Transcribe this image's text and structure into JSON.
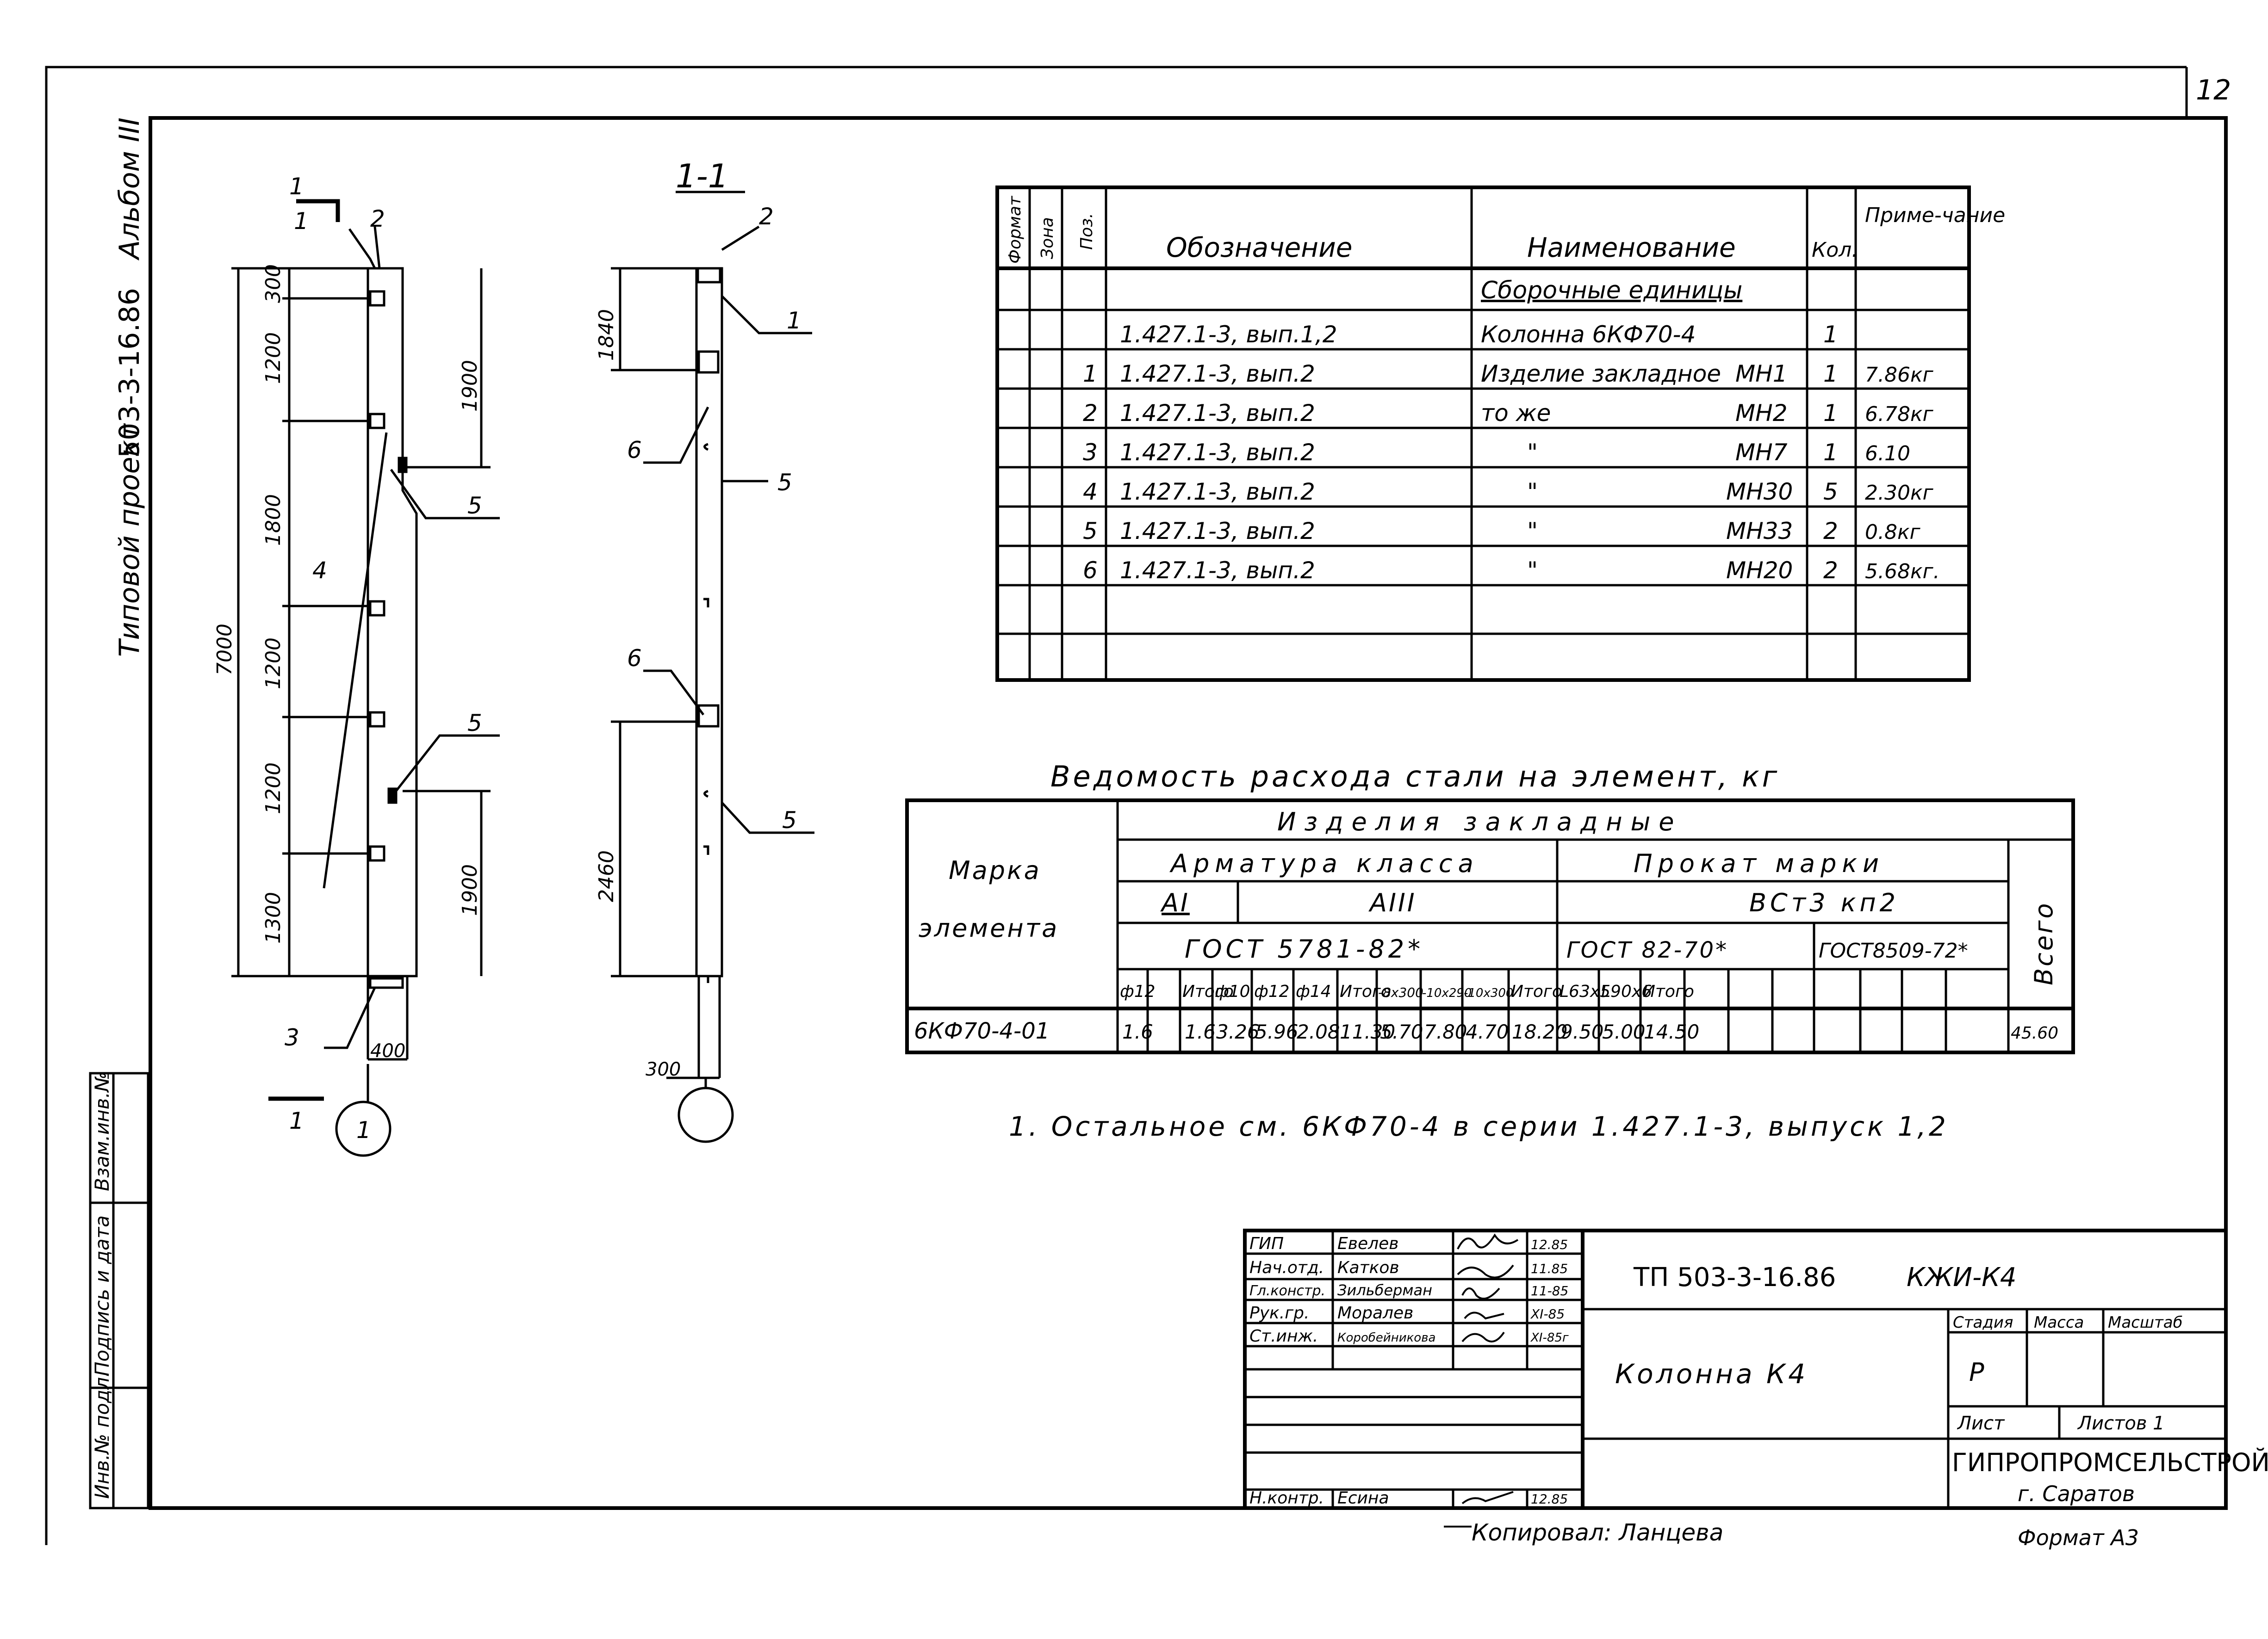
{
  "sheet_number": "12",
  "album_side": {
    "project": "Типовой проект",
    "code": "503-3-16.86",
    "album": "Альбом III"
  },
  "left_strip": {
    "inv_podl": "Инв.№ подл.",
    "podpis_data": "Подпись и дата",
    "vzam_inv": "Взам.инв.№"
  },
  "elevation": {
    "section_mark": "1",
    "callouts": [
      "1",
      "2",
      "3",
      "4",
      "5",
      "5"
    ],
    "dims_left": [
      "300",
      "1200",
      "1800",
      "1200",
      "1200",
      "1300"
    ],
    "dim_total": "7000",
    "dims_right": [
      "1900",
      "1900"
    ],
    "dim_bottom": "400",
    "axis_mark": "1"
  },
  "section": {
    "title": "1-1",
    "callouts": [
      "2",
      "1",
      "6",
      "5",
      "6",
      "5"
    ],
    "dims_left": [
      "1840",
      "2460"
    ],
    "dim_bottom": "300"
  },
  "spec_table": {
    "headers": [
      "Формат",
      "Зона",
      "Поз.",
      "Обозначение",
      "Наименование",
      "Кол.",
      "Приме-чание"
    ],
    "section_title": "Сборочные единицы",
    "rows": [
      {
        "pos": "",
        "designation": "1.427.1-3, вып.1,2",
        "name": "Колонна 6КФ70-4",
        "mark": "",
        "qty": "1",
        "note": ""
      },
      {
        "pos": "1",
        "designation": "1.427.1-3, вып.2",
        "name": "Изделие закладное",
        "mark": "МН1",
        "qty": "1",
        "note": "7.86кг"
      },
      {
        "pos": "2",
        "designation": "1.427.1-3, вып.2",
        "name": "то же",
        "mark": "МН2",
        "qty": "1",
        "note": "6.78кг"
      },
      {
        "pos": "3",
        "designation": "1.427.1-3, вып.2",
        "name": "\"",
        "mark": "МН7",
        "qty": "1",
        "note": "6.10"
      },
      {
        "pos": "4",
        "designation": "1.427.1-3, вып.2",
        "name": "\"",
        "mark": "МН30",
        "qty": "5",
        "note": "2.30кг"
      },
      {
        "pos": "5",
        "designation": "1.427.1-3, вып.2",
        "name": "\"",
        "mark": "МН33",
        "qty": "2",
        "note": "0.8кг"
      },
      {
        "pos": "6",
        "designation": "1.427.1-3, вып.2",
        "name": "\"",
        "mark": "МН20",
        "qty": "2",
        "note": "5.68кг."
      }
    ]
  },
  "steel": {
    "title": "Ведомость расхода стали на элемент, кг",
    "mark_header": [
      "Марка",
      "элемента"
    ],
    "group": "Изделия закладные",
    "armatura": "Арматура класса",
    "prokat": "Прокат марки",
    "class_a1": "АI",
    "class_a3": "АIII",
    "vst": "ВСт3 кп2",
    "gost_5781": "ГОСТ 5781-82*",
    "gost_82": "ГОСТ 82-70*",
    "gost_8509": "ГОСТ8509-72*",
    "total": "Всего",
    "cols": [
      "ф12",
      "",
      "Итого",
      "ф10",
      "ф12",
      "ф14",
      "Итого",
      "-8х300",
      "-10х290",
      "-10х300",
      "Итого",
      "L63х5",
      "L90х6",
      "Итого"
    ],
    "row": {
      "mark": "6КФ70-4-01",
      "values": [
        "1.6",
        "",
        "1.6",
        "3.26",
        "5.96",
        "2.08",
        "11.30",
        "5.70",
        "7.80",
        "4.70",
        "18.20",
        "9.50",
        "5.00",
        "14.50",
        "45.60"
      ]
    }
  },
  "note": "1. Остальное см. 6КФ70-4 в серии 1.427.1-3, выпуск 1,2",
  "stamp": {
    "roles": [
      "ГИП",
      "Нач.отд.",
      "Гл.констр.",
      "Рук.гр.",
      "Ст.инж.",
      "",
      "",
      "",
      "Н.контр."
    ],
    "names": [
      "Евелев",
      "Катков",
      "Зильберман",
      "Моралев",
      "Коробейникова",
      "",
      "",
      "",
      "Есина"
    ],
    "dates": [
      "12.85",
      "11.85",
      "11-85",
      "XI-85",
      "XI-85г",
      "",
      "",
      "",
      "12.85"
    ],
    "code": "ТП 503-3-16.86",
    "sheet_code": "КЖИ-К4",
    "title": "Колонна К4",
    "stage_h": "Стадия",
    "mass_h": "Масса",
    "scale_h": "Масштаб",
    "stage": "Р",
    "sheet": "Лист",
    "sheets": "Листов 1",
    "org": "ГИПРОПРОМСЕЛЬСТРОЙ",
    "city": "г. Саратов"
  },
  "copied": "Копировал: Ланцева",
  "format": "Формат А3"
}
